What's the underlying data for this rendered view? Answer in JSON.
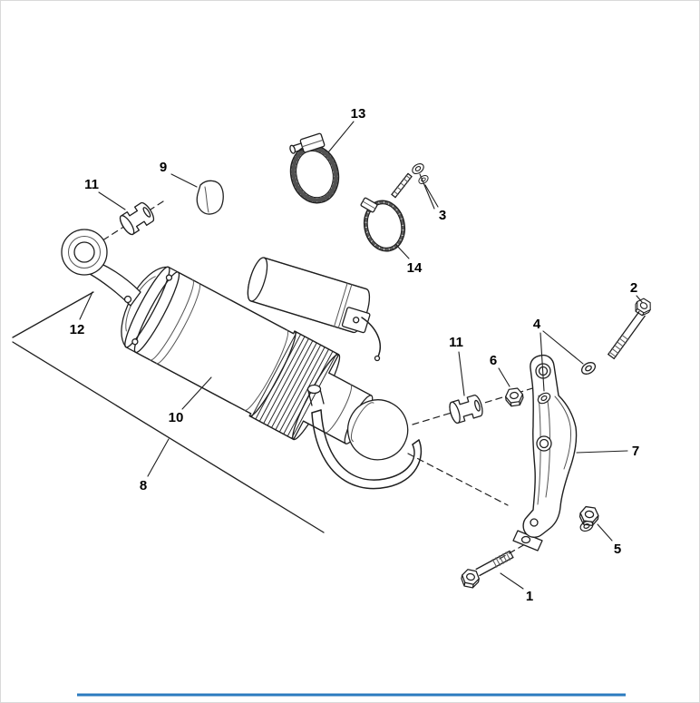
{
  "page": {
    "background": "#ffffff",
    "border_color": "#d9d9d9",
    "ink_color": "#1f1f1f",
    "accent_color": "#2b7bbf"
  },
  "diagram": {
    "callouts": {
      "c1": "1",
      "c2": "2",
      "c3": "3",
      "c4": "4",
      "c5": "5",
      "c6": "6",
      "c7": "7",
      "c8": "8",
      "c9": "9",
      "c10": "10",
      "c11a": "11",
      "c11b": "11",
      "c12": "12",
      "c13": "13",
      "c14": "14"
    }
  }
}
